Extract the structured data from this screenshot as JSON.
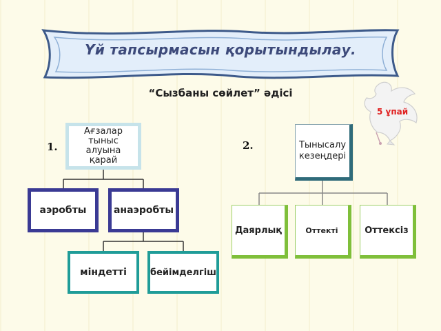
{
  "banner": {
    "title": "Үй тапсырмасын қорытындылау."
  },
  "subtitle": "“Сызбаны сөйлет” әдісі",
  "badge": {
    "points": "5 ұпай",
    "icon": "dove-icon"
  },
  "diagram1": {
    "number": "1.",
    "root": "Ағзалар\nтыныс\nалуына\nқарай",
    "level2": [
      "аэробты",
      "анаэробты"
    ],
    "level3": [
      "міндетті",
      "бейімделгіш"
    ]
  },
  "diagram2": {
    "number": "2.",
    "root": "Тынысалу\nкезеңдері",
    "children": [
      "Даярлық",
      "Оттекті",
      "Оттексіз"
    ]
  },
  "colors": {
    "title": "#3d4a7a",
    "points": "#e02020",
    "navy_border": "#3a3a94",
    "teal_border": "#1f9c98",
    "green_border": "#7fbf3a"
  }
}
